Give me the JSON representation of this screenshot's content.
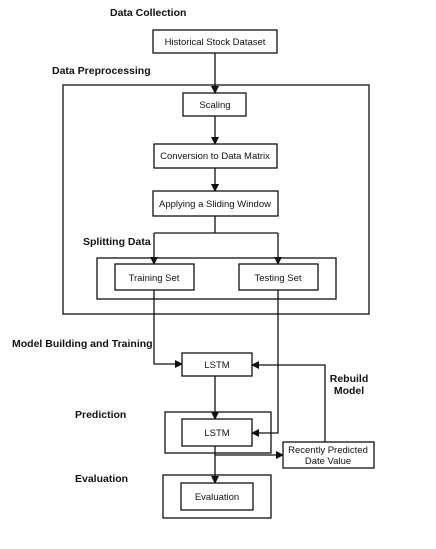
{
  "sections": {
    "data_collection": "Data Collection",
    "data_preprocessing": "Data Preprocessing",
    "splitting_data": "Splitting Data",
    "model_building": "Model Building and Training",
    "prediction": "Prediction",
    "evaluation": "Evaluation"
  },
  "nodes": {
    "dataset": "Historical Stock Dataset",
    "scaling": "Scaling",
    "conversion": "Conversion to Data Matrix",
    "sliding_window": "Applying a Sliding Window",
    "training_set": "Training Set",
    "testing_set": "Testing Set",
    "lstm_train": "LSTM",
    "lstm_predict": "LSTM",
    "recent_line1": "Recently Predicted",
    "recent_line2": "Date Value",
    "evaluation": "Evaluation"
  },
  "annotations": {
    "rebuild_line1": "Rebuild",
    "rebuild_line2": "Model"
  }
}
